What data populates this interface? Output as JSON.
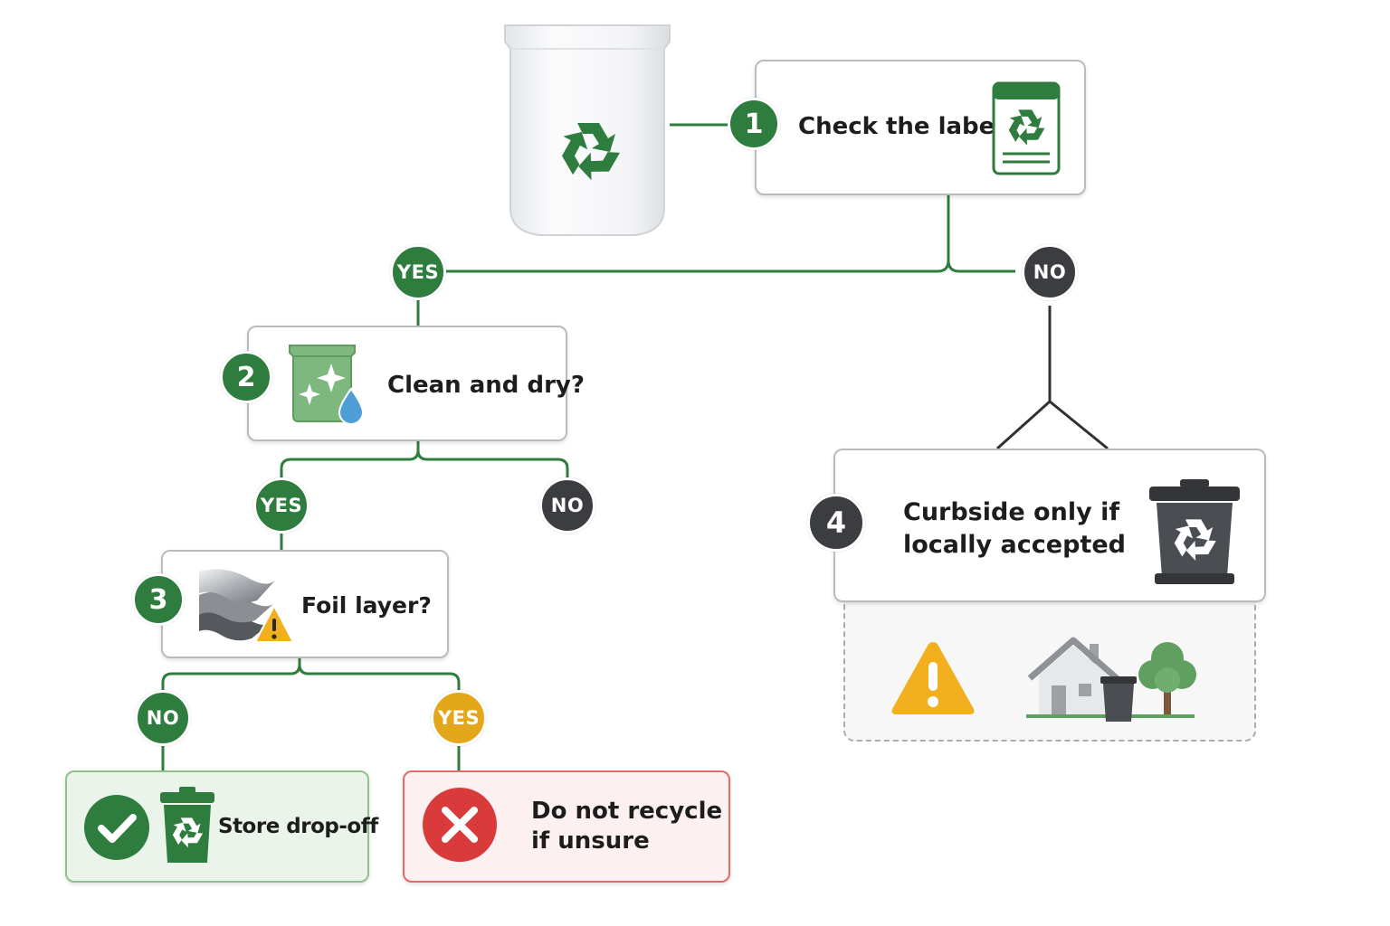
{
  "flow": {
    "step1": {
      "number": "1",
      "label": "Check the label"
    },
    "step2": {
      "number": "2",
      "label": "Clean and dry?"
    },
    "step3": {
      "number": "3",
      "label": "Foil layer?"
    },
    "step4": {
      "number": "4",
      "line1": "Curbside only if",
      "line2": "locally accepted"
    },
    "answers": {
      "yes": "YES",
      "no": "NO"
    },
    "outcome_good": {
      "label": "Store drop-off"
    },
    "outcome_bad": {
      "line1": "Do not recycle",
      "line2": "if unsure"
    }
  },
  "icons": {
    "pouch": "recycle-pouch-icon",
    "label": "recycle-label-icon",
    "clean": "clean-dry-pouch-icon",
    "foil": "foil-layer-warning-icon",
    "curbside_bin": "curbside-bin-icon",
    "warning": "warning-icon",
    "house": "house-with-bin-icon",
    "tree": "tree-icon",
    "check": "check-icon",
    "store_bin": "recycling-bin-icon",
    "cross": "cross-icon"
  },
  "colors": {
    "green": "#2e7d3e",
    "dark": "#3b3d40",
    "amber": "#e4a61b",
    "red": "#d93a3a",
    "good_bg": "#eaf4ea",
    "bad_bg": "#fdf0f0"
  }
}
